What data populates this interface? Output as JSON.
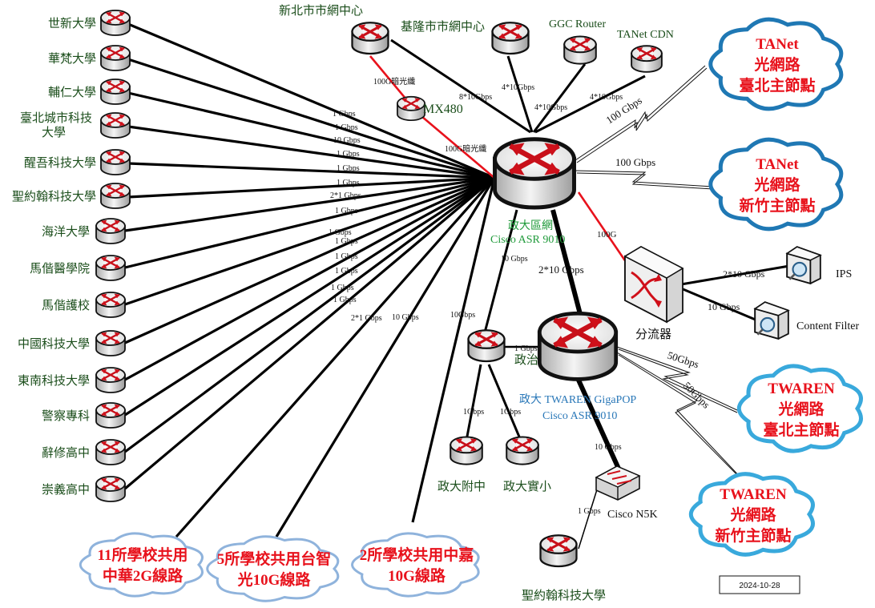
{
  "diagram": {
    "core_router": {
      "name": "政大區網",
      "model": "Cisco ASR 9010"
    },
    "twaren_router": {
      "name": "政大 TWAREN GigaPOP",
      "model": "Cisco ASR 9010"
    },
    "schools": [
      {
        "name": "世新大學",
        "speed": "1 Gbps"
      },
      {
        "name": "華梵大學",
        "speed": "1 Gbps"
      },
      {
        "name": "輔仁大學",
        "speed": "10 Gbps"
      },
      {
        "name": "臺北城市科技大學",
        "speed": "1 Gbps"
      },
      {
        "name": "醒吾科技大學",
        "speed": "1 Gbps"
      },
      {
        "name": "聖約翰科技大學",
        "speed": "1 Gbps"
      },
      {
        "name": "海洋大學",
        "speed": "2*1 Gbps"
      },
      {
        "name": "馬偕醫學院",
        "speed": "1 Gbps"
      },
      {
        "name": "馬偕護校",
        "speed": "1 Gbps"
      },
      {
        "name": "中國科技大學",
        "speed": "1 Gbps"
      },
      {
        "name": "東南科技大學",
        "speed": "1 Gbps"
      },
      {
        "name": "警察專科",
        "speed": "1 Gbps"
      },
      {
        "name": "辭修高中",
        "speed": "1 Gbps"
      },
      {
        "name": "崇義高中",
        "speed": "1 Gbps"
      }
    ],
    "extra_speed_labels": [
      "1 Gbps",
      "1 Gbps"
    ],
    "top_nodes": [
      {
        "name": "新北市市網中心",
        "speed": "8*10Gbps",
        "fiber": "100G暗光纖"
      },
      {
        "name": "MX480",
        "speed": "100G暗光纖"
      },
      {
        "name": "基隆市市網中心",
        "speed": "4*10Gbps"
      },
      {
        "name": "GGC Router",
        "speed": "4*10Gbps"
      },
      {
        "name": "TANet CDN",
        "speed": "4*10Gbps"
      }
    ],
    "clouds": [
      {
        "lines": [
          "TANet",
          "光網路",
          "臺北主節點"
        ],
        "speed": "100 Gbps"
      },
      {
        "lines": [
          "TANet",
          "光網路",
          "新竹主節點"
        ],
        "speed": "100 Gbps"
      },
      {
        "lines": [
          "TWAREN",
          "光網路",
          "臺北主節點"
        ],
        "speed": "50Gbps"
      },
      {
        "lines": [
          "TWAREN",
          "光網路",
          "新竹主節點"
        ],
        "speed": "50Gbps"
      }
    ],
    "shared_lines": [
      {
        "lines": [
          "11所學校共用",
          "中華2G線路"
        ],
        "speed": "2*1 Gbps"
      },
      {
        "lines": [
          "5所學校共用台智",
          "光10G線路"
        ],
        "speed": "10 Gbps"
      },
      {
        "lines": [
          "2所學校共用中嘉",
          "10G線路"
        ],
        "speed": "10Gbps"
      }
    ],
    "splitter": {
      "name": "分流器",
      "link": "100G"
    },
    "ips": {
      "name": "IPS",
      "speed": "2*10 Gbps"
    },
    "content_filter": {
      "name": "Content Filter",
      "speed": "10 Gbps"
    },
    "nccu": {
      "name": "政治大學",
      "uplink": "10 Gbps",
      "peer_link": "1 Gbps"
    },
    "core_to_twaren": "2*10 Gbps",
    "nccu_high": {
      "name": "政大附中",
      "speed": "1Gbps"
    },
    "nccu_exp": {
      "name": "政大實小",
      "speed": "1Gbps"
    },
    "n5k": {
      "name": "Cisco N5K",
      "speed": "10 Gbps"
    },
    "sju_bottom": {
      "name": "聖約翰科技大學",
      "speed": "1 Gbps"
    },
    "date": "2024-10-28",
    "colors": {
      "accent_red": "#e8121c",
      "cloud_blue_dark": "#1f78b4",
      "cloud_blue_light": "#39a9dc",
      "cloud_pale": "#8fb3dc"
    }
  }
}
